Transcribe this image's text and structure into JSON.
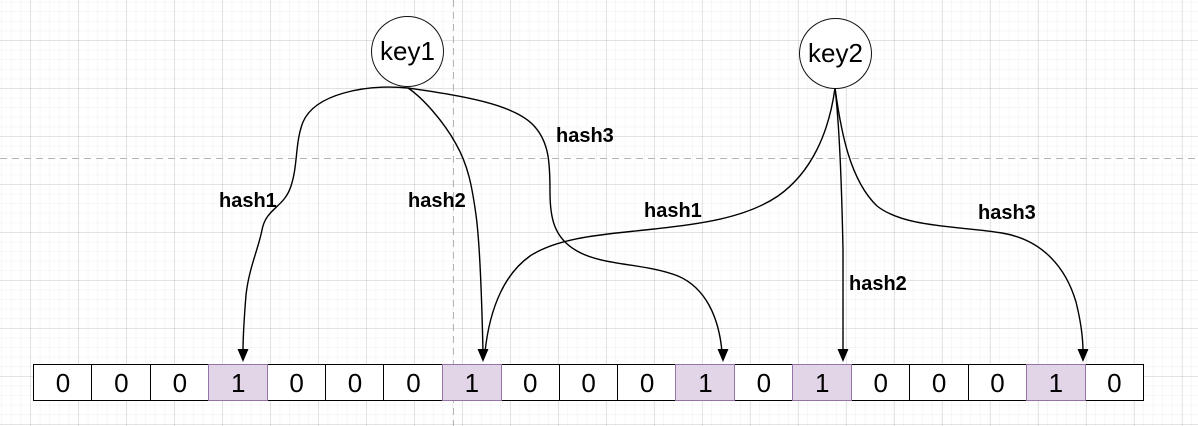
{
  "diagram": {
    "title": "bloom-filter-hash-mapping",
    "keys": [
      {
        "id": "key1",
        "label": "key1"
      },
      {
        "id": "key2",
        "label": "key2"
      }
    ],
    "edges": [
      {
        "key": "key1",
        "label": "hash1",
        "bit_index": 3
      },
      {
        "key": "key1",
        "label": "hash2",
        "bit_index": 7
      },
      {
        "key": "key1",
        "label": "hash3",
        "bit_index": 11
      },
      {
        "key": "key2",
        "label": "hash1",
        "bit_index": 7
      },
      {
        "key": "key2",
        "label": "hash2",
        "bit_index": 13
      },
      {
        "key": "key2",
        "label": "hash3",
        "bit_index": 17
      }
    ],
    "bit_array": {
      "cells": [
        "0",
        "0",
        "0",
        "1",
        "0",
        "0",
        "0",
        "1",
        "0",
        "0",
        "0",
        "1",
        "0",
        "1",
        "0",
        "0",
        "0",
        "1",
        "0"
      ],
      "set_indices": [
        3,
        7,
        11,
        13,
        17
      ]
    },
    "colors": {
      "highlight_fill": "#e1d5e7",
      "highlight_border": "#9673a6",
      "line": "#000000",
      "cell_border": "#000000",
      "guide": "#b4b4b4"
    }
  }
}
